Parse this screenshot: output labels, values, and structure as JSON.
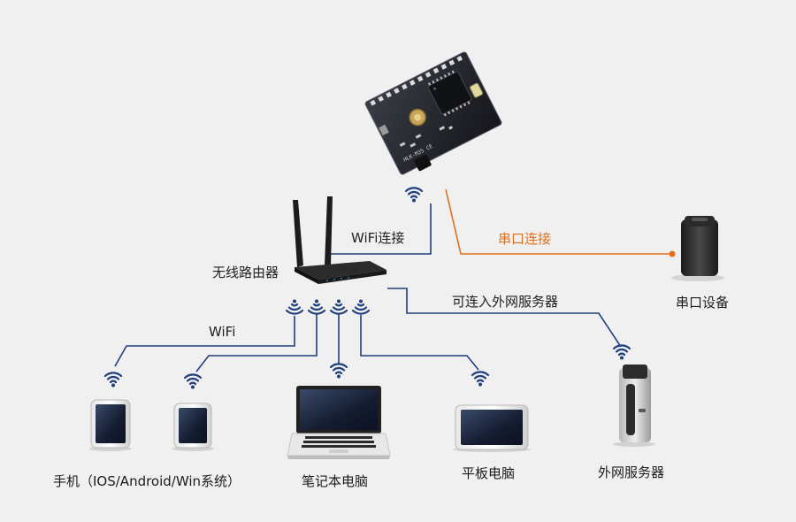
{
  "labels": {
    "router": "无线路由器",
    "wifi_connect": "WiFi连接",
    "serial_connect": "串口连接",
    "serial_device": "串口设备",
    "internet_link": "可连入外网服务器",
    "wifi": "WiFi",
    "phone": "手机（IOS/Android/Win系统）",
    "laptop": "笔记本电脑",
    "tablet": "平板电脑",
    "server": "外网服务器"
  },
  "module": {
    "silk_text": "HLK-M35 CE"
  },
  "colors": {
    "background": "#f0f0f0",
    "wifi_link": "#1f3e7c",
    "serial_link": "#e0701e",
    "device_dark": "#2a2a2a",
    "screen_blue": "#1a2a4a"
  },
  "icons": [
    "wifi-signal-icon"
  ]
}
